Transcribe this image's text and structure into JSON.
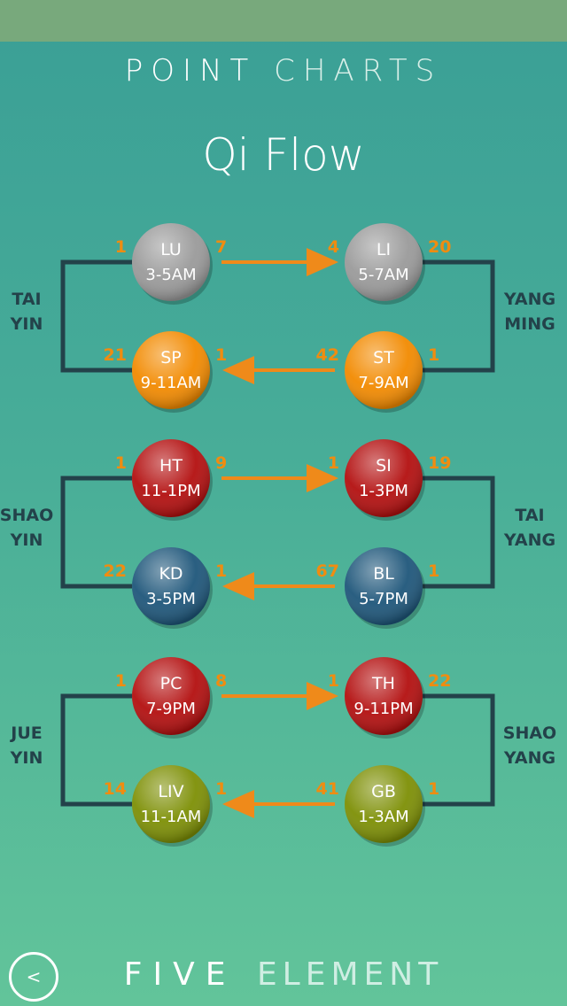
{
  "header": {
    "brand_a": "POINT",
    "brand_b": "CHARTS",
    "title": "Qi Flow"
  },
  "footer": {
    "brand_a": "FIVE",
    "brand_b": "ELEMENT",
    "back_label": "<"
  },
  "colors": {
    "metal": "#9a9a9a",
    "earth": "#f28a00",
    "fire": "#b30f0f",
    "water": "#1e567a",
    "wood": "#7d8f05",
    "arrow": "#ef8a1a",
    "frame": "#23424a",
    "number": "#f08c10"
  },
  "groups": [
    {
      "left_label": [
        "TAI",
        "YIN"
      ],
      "right_label": [
        "YANG",
        "MING"
      ],
      "top_left": {
        "abbr": "LU",
        "time": "3-5AM",
        "element": "metal",
        "n_out": "1",
        "n_in": "7"
      },
      "top_right": {
        "abbr": "LI",
        "time": "5-7AM",
        "element": "metal",
        "n_in": "4",
        "n_out": "20"
      },
      "bottom_left": {
        "abbr": "SP",
        "time": "9-11AM",
        "element": "earth",
        "n_out": "21",
        "n_in": "1"
      },
      "bottom_right": {
        "abbr": "ST",
        "time": "7-9AM",
        "element": "earth",
        "n_in": "42",
        "n_out": "1"
      }
    },
    {
      "left_label": [
        "SHAO",
        "YIN"
      ],
      "right_label": [
        "TAI",
        "YANG"
      ],
      "top_left": {
        "abbr": "HT",
        "time": "11-1PM",
        "element": "fire",
        "n_out": "1",
        "n_in": "9"
      },
      "top_right": {
        "abbr": "SI",
        "time": "1-3PM",
        "element": "fire",
        "n_in": "1",
        "n_out": "19"
      },
      "bottom_left": {
        "abbr": "KD",
        "time": "3-5PM",
        "element": "water",
        "n_out": "22",
        "n_in": "1"
      },
      "bottom_right": {
        "abbr": "BL",
        "time": "5-7PM",
        "element": "water",
        "n_in": "67",
        "n_out": "1"
      }
    },
    {
      "left_label": [
        "JUE",
        "YIN"
      ],
      "right_label": [
        "SHAO",
        "YANG"
      ],
      "top_left": {
        "abbr": "PC",
        "time": "7-9PM",
        "element": "fire",
        "n_out": "1",
        "n_in": "8"
      },
      "top_right": {
        "abbr": "TH",
        "time": "9-11PM",
        "element": "fire",
        "n_in": "1",
        "n_out": "22"
      },
      "bottom_left": {
        "abbr": "LIV",
        "time": "11-1AM",
        "element": "wood",
        "n_out": "14",
        "n_in": "1"
      },
      "bottom_right": {
        "abbr": "GB",
        "time": "1-3AM",
        "element": "wood",
        "n_in": "41",
        "n_out": "1"
      }
    }
  ]
}
